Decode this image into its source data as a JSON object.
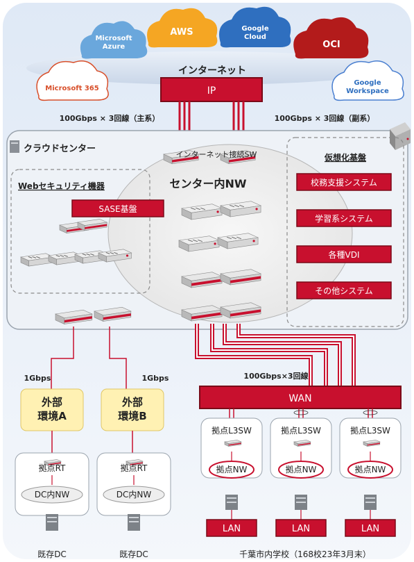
{
  "clouds": {
    "azure": "Microsoft\nAzure",
    "aws": "AWS",
    "gcloud": "Google\nCloud",
    "oci": "OCI",
    "m365": "Microsoft 365",
    "workspace": "Google\nWorkspace"
  },
  "internet": "インターネット",
  "ip": "IP",
  "links": {
    "primary": "100Gbps × 3回線（主系）",
    "secondary": "100Gbps × 3回線（副系）",
    "wan_link": "100Gbps×3回線",
    "ext_a": "1Gbps",
    "ext_b": "1Gbps"
  },
  "cloud_center": "クラウドセンター",
  "internet_sw": "インターネット接続SW",
  "center_nw": "センター内NW",
  "web_security": "Webセキュリティ機器",
  "sase": "SASE基盤",
  "virtualization": "仮想化基盤",
  "systems": [
    "校務支援システム",
    "学習系システム",
    "各種VDI",
    "その他システム"
  ],
  "external": [
    "外部\n環境A",
    "外部\n環境B"
  ],
  "existing_dc": {
    "rt": "拠点RT",
    "nw": "DC内NW",
    "caption": "既存DC"
  },
  "wan": "WAN",
  "sites": {
    "l3sw": "拠点L3SW",
    "nw": "拠点NW",
    "lan": "LAN"
  },
  "schools_caption": "千葉市内学校（168校23年3月末）",
  "colors": {
    "red": "#c8102e",
    "dark_red": "#a50c1f",
    "pale_yellow": "#fff1b3"
  }
}
